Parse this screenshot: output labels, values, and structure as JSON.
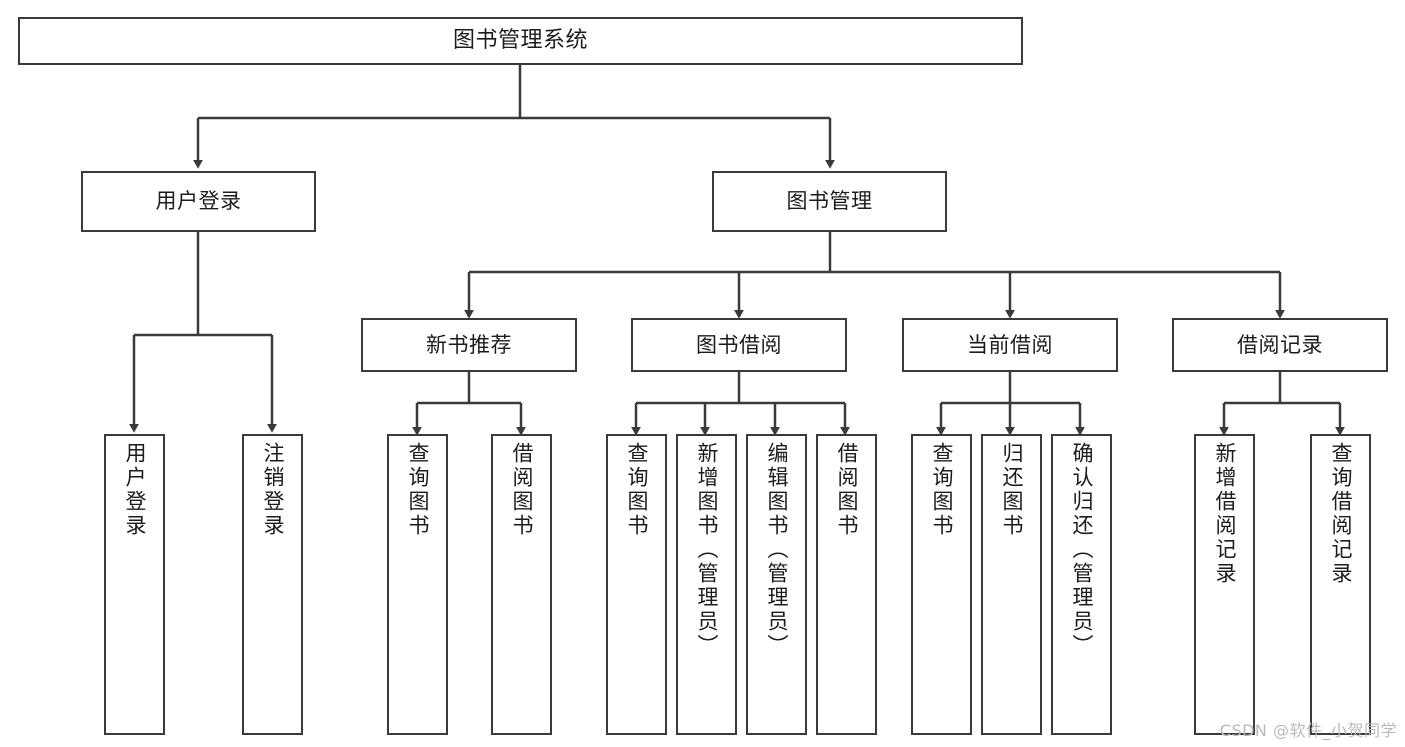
{
  "diagram": {
    "title": "图书管理系统",
    "watermark": "CSDN @软件_小贺同学",
    "line_color": "#3a3a3a",
    "text_color": "#1c1c1c",
    "background": "#ffffff",
    "levels": {
      "root": {
        "label": "图书管理系统"
      },
      "level2": [
        {
          "label": "用户登录"
        },
        {
          "label": "图书管理"
        }
      ],
      "level3": [
        {
          "label": "新书推荐"
        },
        {
          "label": "图书借阅"
        },
        {
          "label": "当前借阅"
        },
        {
          "label": "借阅记录"
        }
      ],
      "leaves": {
        "user_login": [
          {
            "label": "用户登录"
          },
          {
            "label": "注销登录"
          }
        ],
        "new_book_recommend": [
          {
            "label": "查询图书"
          },
          {
            "label": "借阅图书"
          }
        ],
        "book_borrow": [
          {
            "label": "查询图书"
          },
          {
            "label": "新增图书（管理员）"
          },
          {
            "label": "编辑图书（管理员）"
          },
          {
            "label": "借阅图书"
          }
        ],
        "current_borrow": [
          {
            "label": "查询图书"
          },
          {
            "label": "归还图书"
          },
          {
            "label": "确认归还（管理员）"
          }
        ],
        "borrow_record": [
          {
            "label": "新增借阅记录"
          },
          {
            "label": "查询借阅记录"
          }
        ]
      }
    }
  }
}
